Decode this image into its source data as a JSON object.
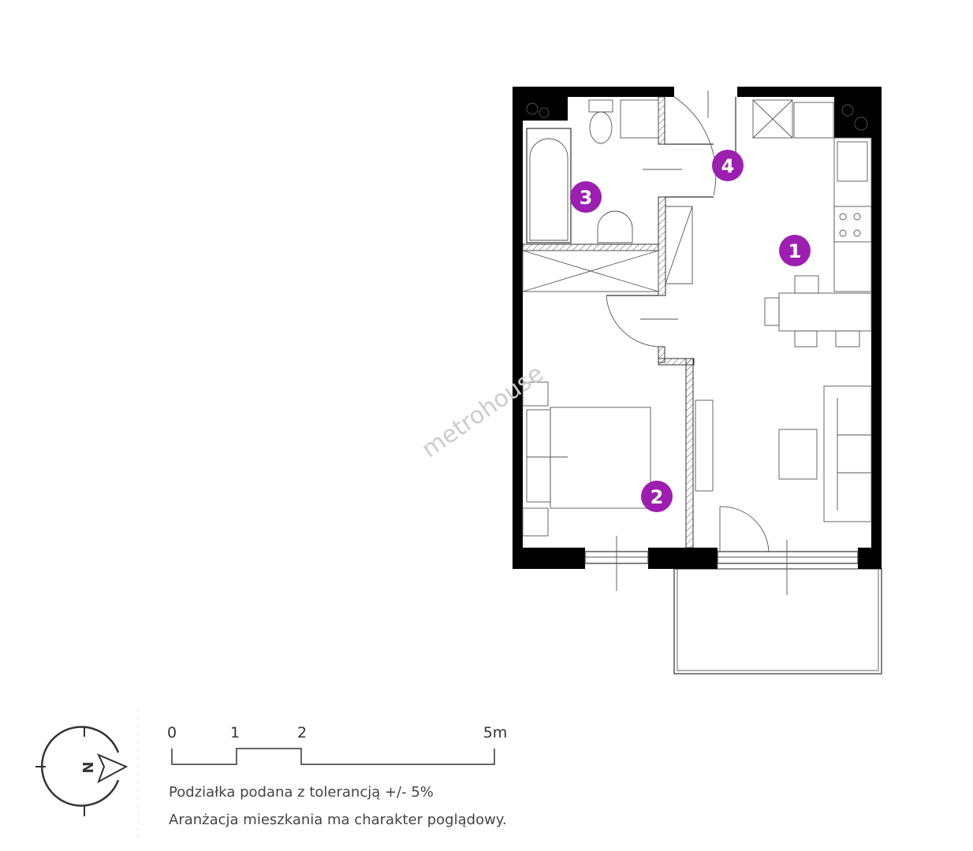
{
  "colors": {
    "accent": "#9c1fb0",
    "wall": "#000000"
  },
  "rooms": [
    {
      "number": "1"
    },
    {
      "number": "2"
    },
    {
      "number": "3"
    },
    {
      "number": "4"
    }
  ],
  "watermark": "metrohouse",
  "compass": {
    "label": "N",
    "icon": "north-arrow-icon"
  },
  "scale": {
    "ticks": [
      "0",
      "1",
      "2",
      "5m"
    ]
  },
  "notes": [
    "Podziałka podana z tolerancją +/- 5%",
    "Aranżacja mieszkania ma charakter poglądowy."
  ]
}
